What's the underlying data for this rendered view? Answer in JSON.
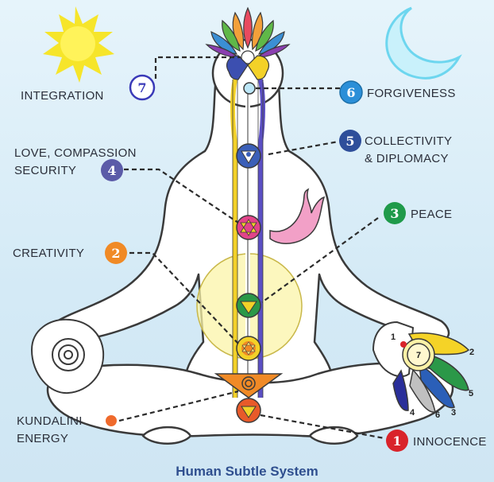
{
  "title": "Human Subtle System",
  "labels": {
    "integration": "INTEGRATION",
    "forgiveness": "FORGIVENESS",
    "love_line1": "LOVE, COMPASSION",
    "love_line2": "SECURITY",
    "collectivity_line1": "COLLECTIVITY",
    "collectivity_line2": "& DIPLOMACY",
    "peace": "PEACE",
    "creativity": "CREATIVITY",
    "kundalini_line1": "KUNDALINI",
    "kundalini_line2": "ENERGY",
    "innocence": "INNOCENCE"
  },
  "badges": {
    "integration": "7",
    "forgiveness": "6",
    "love": "4",
    "collectivity": "5",
    "peace": "3",
    "creativity": "2",
    "innocence": "1"
  },
  "hand_numbers": {
    "one": "1",
    "two": "2",
    "three": "3",
    "four": "4",
    "five": "5",
    "six": "6",
    "seven": "7"
  },
  "colors": {
    "integration": "#3a3ab8",
    "forgiveness": "#2b8fd8",
    "love": "#5b5ba8",
    "collectivity": "#2e4e9a",
    "peace": "#1f9a4a",
    "creativity": "#f08a26",
    "innocence": "#d9232a",
    "kundalini": "#ef6a2c"
  }
}
